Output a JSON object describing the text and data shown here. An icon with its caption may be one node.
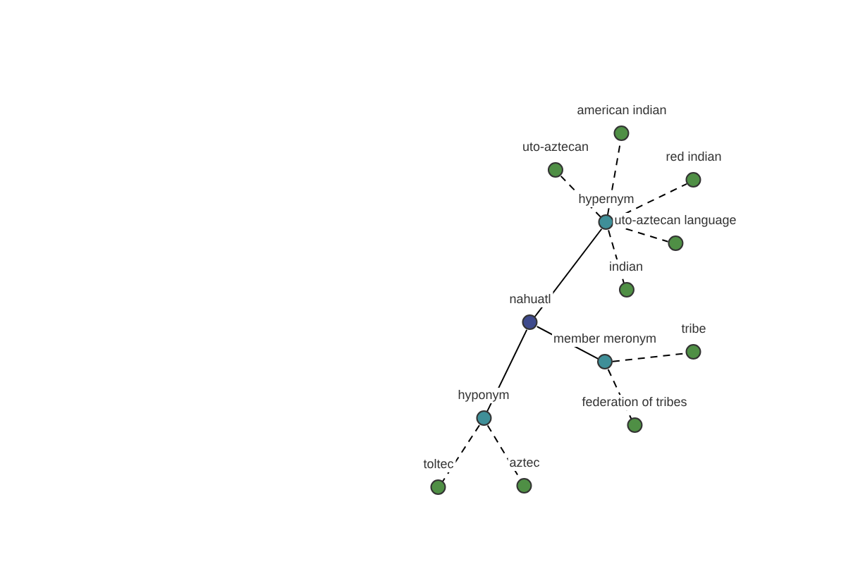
{
  "diagram": {
    "nodes": [
      {
        "text": [
          "nahuatl"
        ]
      },
      {
        "text": [
          "hypernym"
        ]
      },
      {
        "text": [
          "member meronym"
        ]
      },
      {
        "text": [
          "hyponym"
        ]
      },
      {
        "text": [
          "american indian"
        ]
      },
      {
        "text": [
          "uto-aztecan"
        ]
      },
      {
        "text": [
          "red indian"
        ]
      },
      {
        "text": [
          "uto-aztecan language"
        ]
      },
      {
        "text": [
          "indian"
        ]
      },
      {
        "text": [
          "tribe"
        ]
      },
      {
        "text": [
          "federation of tribes"
        ]
      },
      {
        "text": [
          "toltec"
        ]
      },
      {
        "text": [
          "aztec"
        ]
      }
    ],
    "edges": [
      {
        "from": 0,
        "to": 1,
        "arrow": "none"
      },
      {
        "from": 0,
        "to": 2,
        "arrow": "none"
      },
      {
        "from": 0,
        "to": 3,
        "arrow": "none"
      },
      {
        "from": 1,
        "to": 4,
        "arrow": "none",
        "style": "dashed"
      },
      {
        "from": 1,
        "to": 5,
        "arrow": "none",
        "style": "dashed"
      },
      {
        "from": 1,
        "to": 6,
        "arrow": "none",
        "style": "dashed"
      },
      {
        "from": 1,
        "to": 7,
        "arrow": "none",
        "style": "dashed"
      },
      {
        "from": 1,
        "to": 8,
        "arrow": "none",
        "style": "dashed"
      },
      {
        "from": 2,
        "to": 9,
        "arrow": "none",
        "style": "dashed"
      },
      {
        "from": 2,
        "to": 10,
        "arrow": "none",
        "style": "dashed"
      },
      {
        "from": 3,
        "to": 11,
        "arrow": "none",
        "style": "dashed"
      },
      {
        "from": 3,
        "to": 12,
        "arrow": "none",
        "style": "dashed"
      }
    ]
  }
}
